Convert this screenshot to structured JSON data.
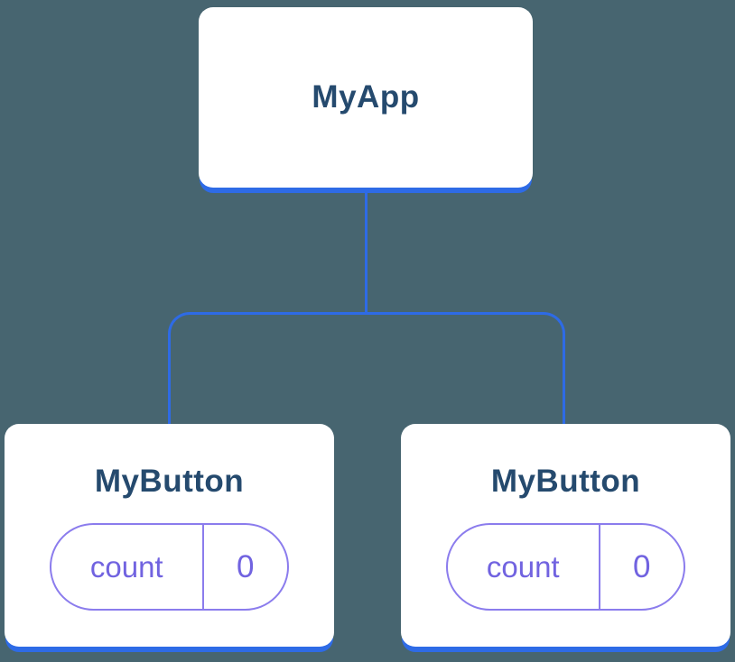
{
  "diagram": {
    "root": {
      "label": "MyApp"
    },
    "children": [
      {
        "label": "MyButton",
        "state": {
          "key": "count",
          "value": "0"
        }
      },
      {
        "label": "MyButton",
        "state": {
          "key": "count",
          "value": "0"
        }
      }
    ],
    "colors": {
      "background": "#476570",
      "card_bg": "#ffffff",
      "card_border": "#2e6be6",
      "title_text": "#254a6e",
      "connector": "#2e6be6",
      "state_border": "#8b7ced",
      "state_text": "#7163e0"
    }
  }
}
